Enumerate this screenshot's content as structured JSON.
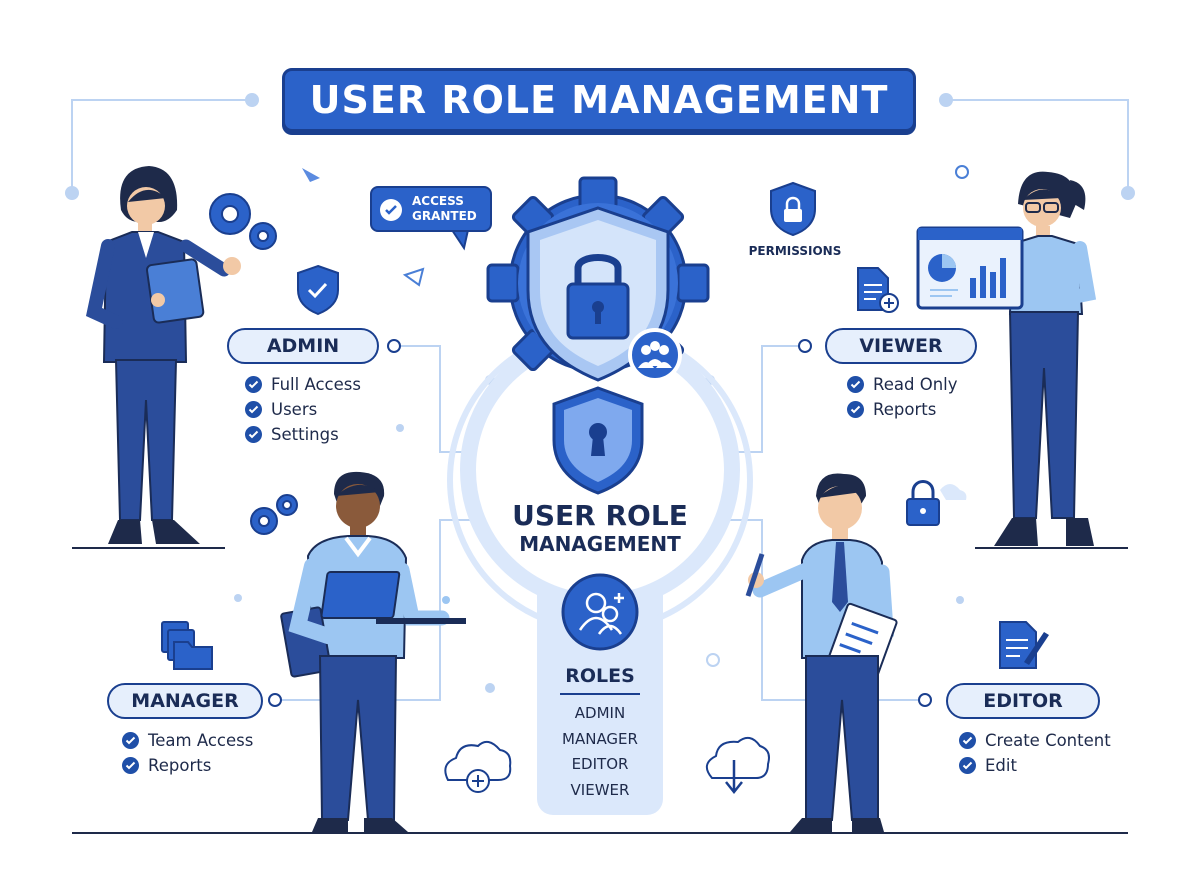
{
  "title": "USER ROLE MANAGEMENT",
  "badge": {
    "line1": "ACCESS",
    "line2": "GRANTED"
  },
  "permissions_label": "PERMISSIONS",
  "center": {
    "line1": "USER ROLE",
    "line2": "MANAGEMENT"
  },
  "roles_panel": {
    "title": "ROLES",
    "items": [
      "ADMIN",
      "MANAGER",
      "EDITOR",
      "VIEWER"
    ]
  },
  "admin": {
    "label": "ADMIN",
    "items": [
      "Full Access",
      "Users",
      "Settings"
    ]
  },
  "viewer": {
    "label": "VIEWER",
    "items": [
      "Read Only",
      "Reports"
    ]
  },
  "manager": {
    "label": "MANAGER",
    "items": [
      "Team Access",
      "Reports"
    ]
  },
  "editor": {
    "label": "EDITOR",
    "items": [
      "Create Content",
      "Edit"
    ]
  },
  "colors": {
    "primary": "#2b62c9",
    "dark": "#1a3f8f",
    "light": "#dbe8fb",
    "skin": "#f2c9a6"
  }
}
